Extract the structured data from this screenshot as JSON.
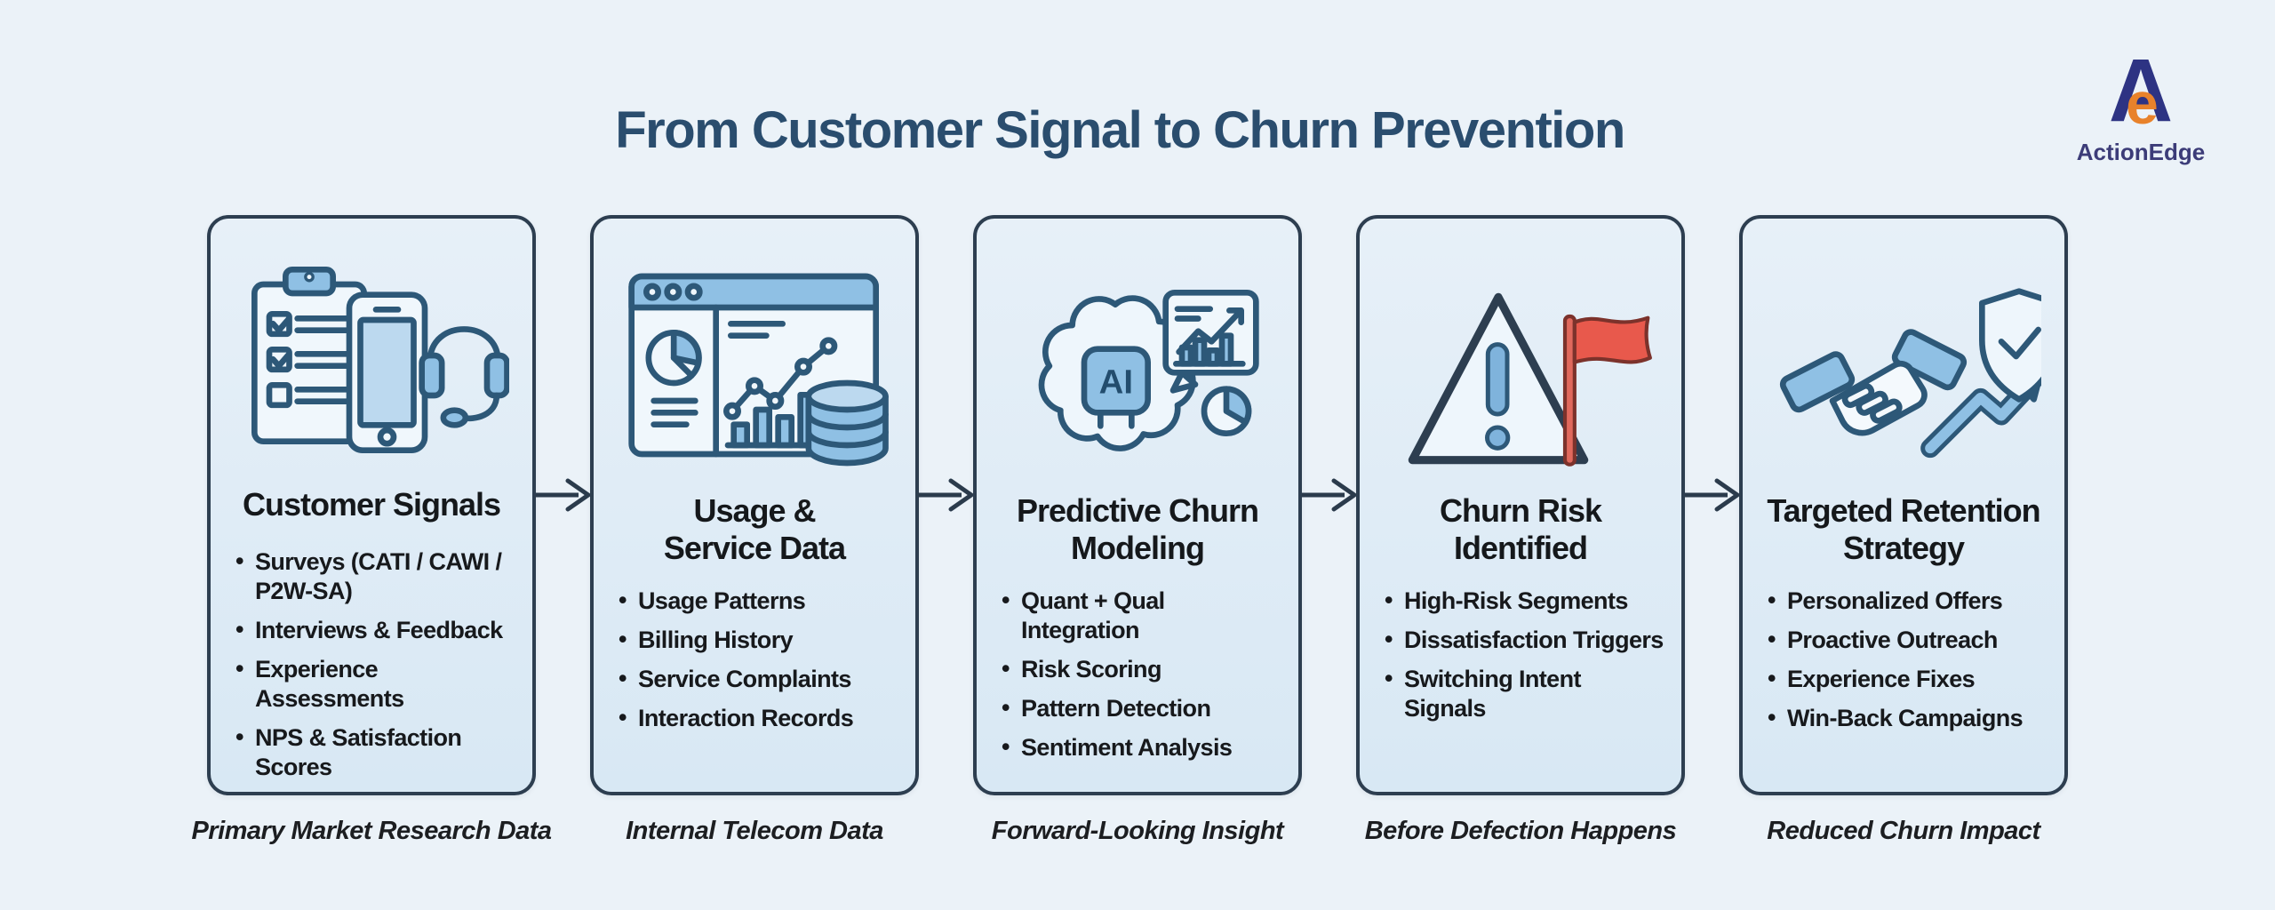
{
  "title": "From Customer Signal to Churn Prevention",
  "logo": {
    "monogram_a": "A",
    "monogram_e": "e",
    "name": "ActionEdge"
  },
  "stages": [
    {
      "title": "Customer Signals",
      "icon": "clipboard-phone-headset-icon",
      "bullets": [
        "Surveys (CATI / CAWI / P2W-SA)",
        "Interviews & Feedback",
        "Experience Assessments",
        "NPS & Satisfaction Scores"
      ],
      "caption": "Primary Market Research Data"
    },
    {
      "title": "Usage &\nService Data",
      "icon": "analytics-dashboard-database-icon",
      "bullets": [
        "Usage Patterns",
        "Billing History",
        "Service Complaints",
        "Interaction Records"
      ],
      "caption": "Internal Telecom Data"
    },
    {
      "title": "Predictive Churn\nModeling",
      "icon": "ai-brain-analytics-icon",
      "icon_label": "AI",
      "bullets": [
        "Quant + Qual Integration",
        "Risk Scoring",
        "Pattern Detection",
        "Sentiment Analysis"
      ],
      "caption": "Forward-Looking Insight"
    },
    {
      "title": "Churn Risk\nIdentified",
      "icon": "warning-triangle-red-flag-icon",
      "bullets": [
        "High-Risk Segments",
        "Dissatisfaction Triggers",
        "Switching Intent Signals"
      ],
      "caption": "Before Defection Happens"
    },
    {
      "title": "Targeted Retention\nStrategy",
      "icon": "handshake-shield-growth-icon",
      "bullets": [
        "Personalized Offers",
        "Proactive Outreach",
        "Experience Fixes",
        "Win-Back Campaigns"
      ],
      "caption": "Reduced Churn Impact"
    }
  ],
  "palette": {
    "page_background": "#ebf2f8",
    "card_background": "#dce9f5",
    "card_border": "#2d3e50",
    "heading_text": "#2a4d6e",
    "body_text": "#17191c",
    "icon_blue": "#8fc0e4",
    "icon_outline": "#2d5878",
    "alert_red": "#e8594c",
    "arrow_color": "#2b3b4c",
    "logo_navy": "#2d3383",
    "logo_orange": "#e8822b",
    "logo_text": "#3c3c78"
  }
}
